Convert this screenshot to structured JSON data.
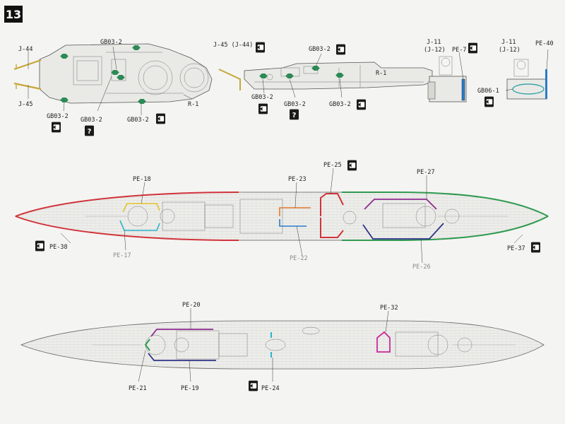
{
  "step_number": "13",
  "top_left": {
    "labels": {
      "j44": "J-44",
      "j45": "J-45",
      "gb_top": "GB03-2",
      "gb_left": "GB03-2",
      "gb_mid": "GB03-2",
      "gb_right": "GB03-2",
      "r1": "R-1"
    }
  },
  "top_middle": {
    "labels": {
      "j45_j44": "J-45 (J-44)",
      "gb_top": "GB03-2",
      "r1": "R-1",
      "gb_left": "GB03-2",
      "gb_mid": "GB03-2",
      "gb_right": "GB03-2"
    }
  },
  "top_right": {
    "labels": {
      "j11a": "J-11",
      "j12a": "(J-12)",
      "pe7": "PE-7",
      "j11b": "J-11",
      "j12b": "(J-12)",
      "pe40": "PE-40",
      "gb06": "GB06-1"
    }
  },
  "middle_ship": {
    "labels": {
      "pe18": "PE-18",
      "pe23": "PE-23",
      "pe25": "PE-25",
      "pe27": "PE-27",
      "pe38": "PE-38",
      "pe17": "PE-17",
      "pe22": "PE-22",
      "pe26": "PE-26",
      "pe37": "PE-37"
    }
  },
  "bottom_ship": {
    "labels": {
      "pe20": "PE-20",
      "pe32": "PE-32",
      "pe21": "PE-21",
      "pe19": "PE-19",
      "pe24": "PE-24"
    }
  },
  "symbols": {
    "question": "?"
  },
  "colors": {
    "red": "#d0333a",
    "green": "#2f9a50",
    "orange": "#e27a2a",
    "blue": "#2a7cc9",
    "purple": "#8e2b8e",
    "navy": "#2e3388",
    "yellow": "#e4c02a",
    "cyan": "#2cb3c9",
    "teal": "#1f9aa0",
    "magenta": "#c9289a",
    "part_green": "#2c8a55"
  }
}
